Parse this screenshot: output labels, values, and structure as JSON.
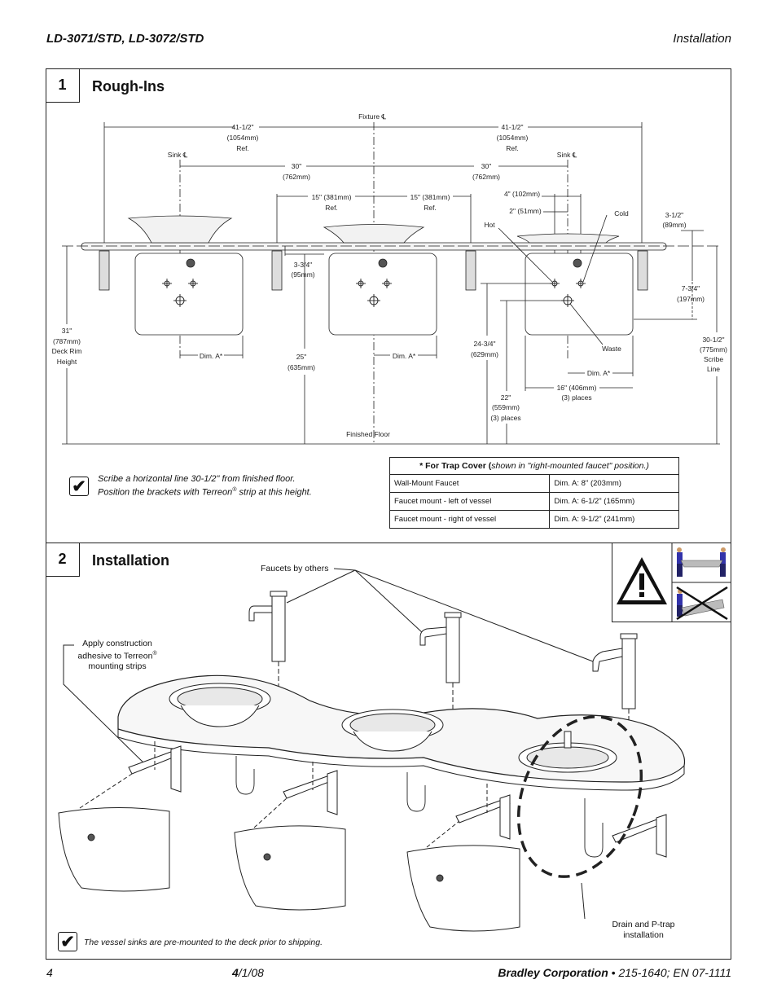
{
  "header": {
    "models": "LD-3071/STD, LD-3072/STD",
    "section": "Installation"
  },
  "section1": {
    "number": "1",
    "title": "Rough-Ins",
    "labels": {
      "fixture": "Fixture",
      "cl": "℄",
      "sink_left": "Sink",
      "sink_right": "Sink",
      "dim_4112_a": "41-1/2\"",
      "dim_4112_a_mm": "(1054mm)",
      "dim_4112_a_ref": "Ref.",
      "dim_4112_b": "41-1/2\"",
      "dim_4112_b_mm": "(1054mm)",
      "dim_4112_b_ref": "Ref.",
      "dim_30_a": "30\"",
      "dim_30_a_mm": "(762mm)",
      "dim_30_b": "30\"",
      "dim_30_b_mm": "(762mm)",
      "dim_15_a": "15\" (381mm)",
      "dim_15_a_ref": "Ref.",
      "dim_15_b": "15\" (381mm)",
      "dim_15_b_ref": "Ref.",
      "dim_4": "4\" (102mm)",
      "dim_2": "2\" (51mm)",
      "hot": "Hot",
      "cold": "Cold",
      "dim_312": "3-1/2\"",
      "dim_312_mm": "(89mm)",
      "dim_334": "3-3/4\"",
      "dim_334_mm": "(95mm)",
      "dim_734": "7-3/4\"",
      "dim_734_mm": "(197mm)",
      "dim_31": "31\"",
      "dim_31_mm": "(787mm)",
      "dim_31_l1": "Deck Rim",
      "dim_31_l2": "Height",
      "dim_25": "25\"",
      "dim_25_mm": "(635mm)",
      "dim_2434": "24-3/4\"",
      "dim_2434_mm": "(629mm)",
      "dim_22": "22\"",
      "dim_22_mm": "(559mm)",
      "dim_22_places": "(3) places",
      "dim_16": "16\" (406mm)",
      "dim_16_places": "(3) places",
      "dim_3012": "30-1/2\"",
      "dim_3012_mm": "(775mm)",
      "dim_3012_l1": "Scribe",
      "dim_3012_l2": "Line",
      "waste": "Waste",
      "dim_a_1": "Dim. A*",
      "dim_a_2": "Dim. A*",
      "dim_a_3": "Dim. A*",
      "finished_floor": "Finished Floor"
    },
    "note_line1": "Scribe a horizontal line 30-1/2\" from finished floor.",
    "note_line2_pre": "Position the brackets with  Terreon",
    "note_line2_sup": "®",
    "note_line2_post": " strip at this height.",
    "trap_table": {
      "title_pre": "* For Trap Cover (",
      "title_italic": "shown in \"right-mounted faucet\" position.)",
      "rows": [
        {
          "label": "Wall-Mount Faucet",
          "value": "Dim. A:  8\" (203mm)"
        },
        {
          "label": "Faucet mount - left of vessel",
          "value": "Dim. A:  6-1/2\" (165mm)"
        },
        {
          "label": "Faucet mount - right of vessel",
          "value": "Dim. A:  9-1/2\" (241mm)"
        }
      ]
    }
  },
  "section2": {
    "number": "2",
    "title": "Installation",
    "faucets_label": "Faucets by others",
    "adhesive_l1": "Apply construction",
    "adhesive_l2": "adhesive to Terreon",
    "adhesive_sup": "®",
    "adhesive_l3": "mounting strips",
    "drain_l1": "Drain and P-trap",
    "drain_l2": "installation",
    "note": "The vessel sinks are pre-mounted to the deck prior to shipping."
  },
  "footer": {
    "page": "4",
    "date_bold": "4",
    "date_rest": "/1/08",
    "company": "Bradley Corporation",
    "doc": " • 215-1640; EN  07-1111"
  },
  "colors": {
    "line": "#222222",
    "fill_light": "#f2f2f2",
    "fill_mid": "#d9d9d9"
  },
  "icons": [
    "check-icon",
    "warning-triangle-icon",
    "two-person-lift-icon",
    "no-single-lift-icon"
  ]
}
